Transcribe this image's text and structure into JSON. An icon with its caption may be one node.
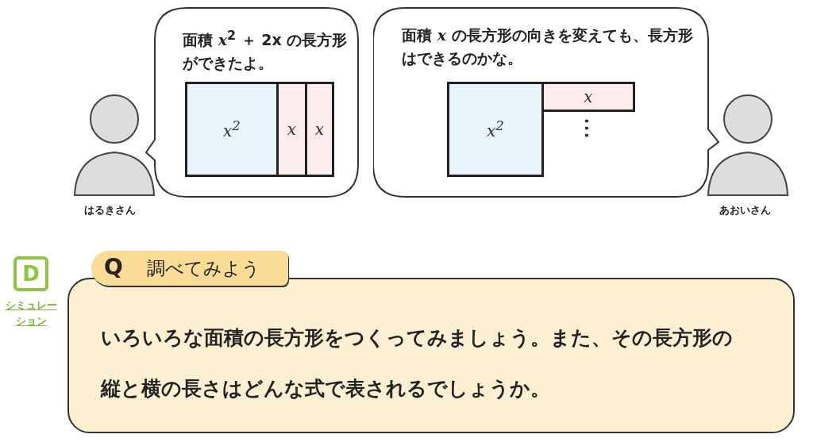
{
  "diagram": {
    "nodes": [
      {
        "text": [
          "面積 *x*$^{2}$ ＋ 2x の長方形ができたよ。"
        ]
      },
      {
        "text": [
          "x$^{2}$"
        ],
        "in": 0
      },
      {
        "text": [
          "x"
        ],
        "in": 0
      },
      {
        "text": [
          "x"
        ],
        "in": 0
      },
      {
        "text": [
          "面積 *x* の長方形の向きを変えても、長方形はできるのかな。"
        ]
      },
      {
        "text": [
          "x$^{2}$"
        ],
        "in": 4
      },
      {
        "text": [
          "x"
        ],
        "in": 4
      },
      {
        "text": [],
        "shape": "person",
        "beside": [
          "はるきさん"
        ]
      },
      {
        "text": [],
        "shape": "person",
        "beside": [
          "あおいさん"
        ]
      },
      {
        "text": [
          "D"
        ],
        "beside": [
          "シミュレーション"
        ]
      },
      {
        "text": [
          "Q",
          "調べてみよう",
          "いろいろな面積の長方形をつくってみましょう。また、その長方形の縦と横の長さはどんな式で表されるでしょうか。"
        ]
      }
    ]
  }
}
